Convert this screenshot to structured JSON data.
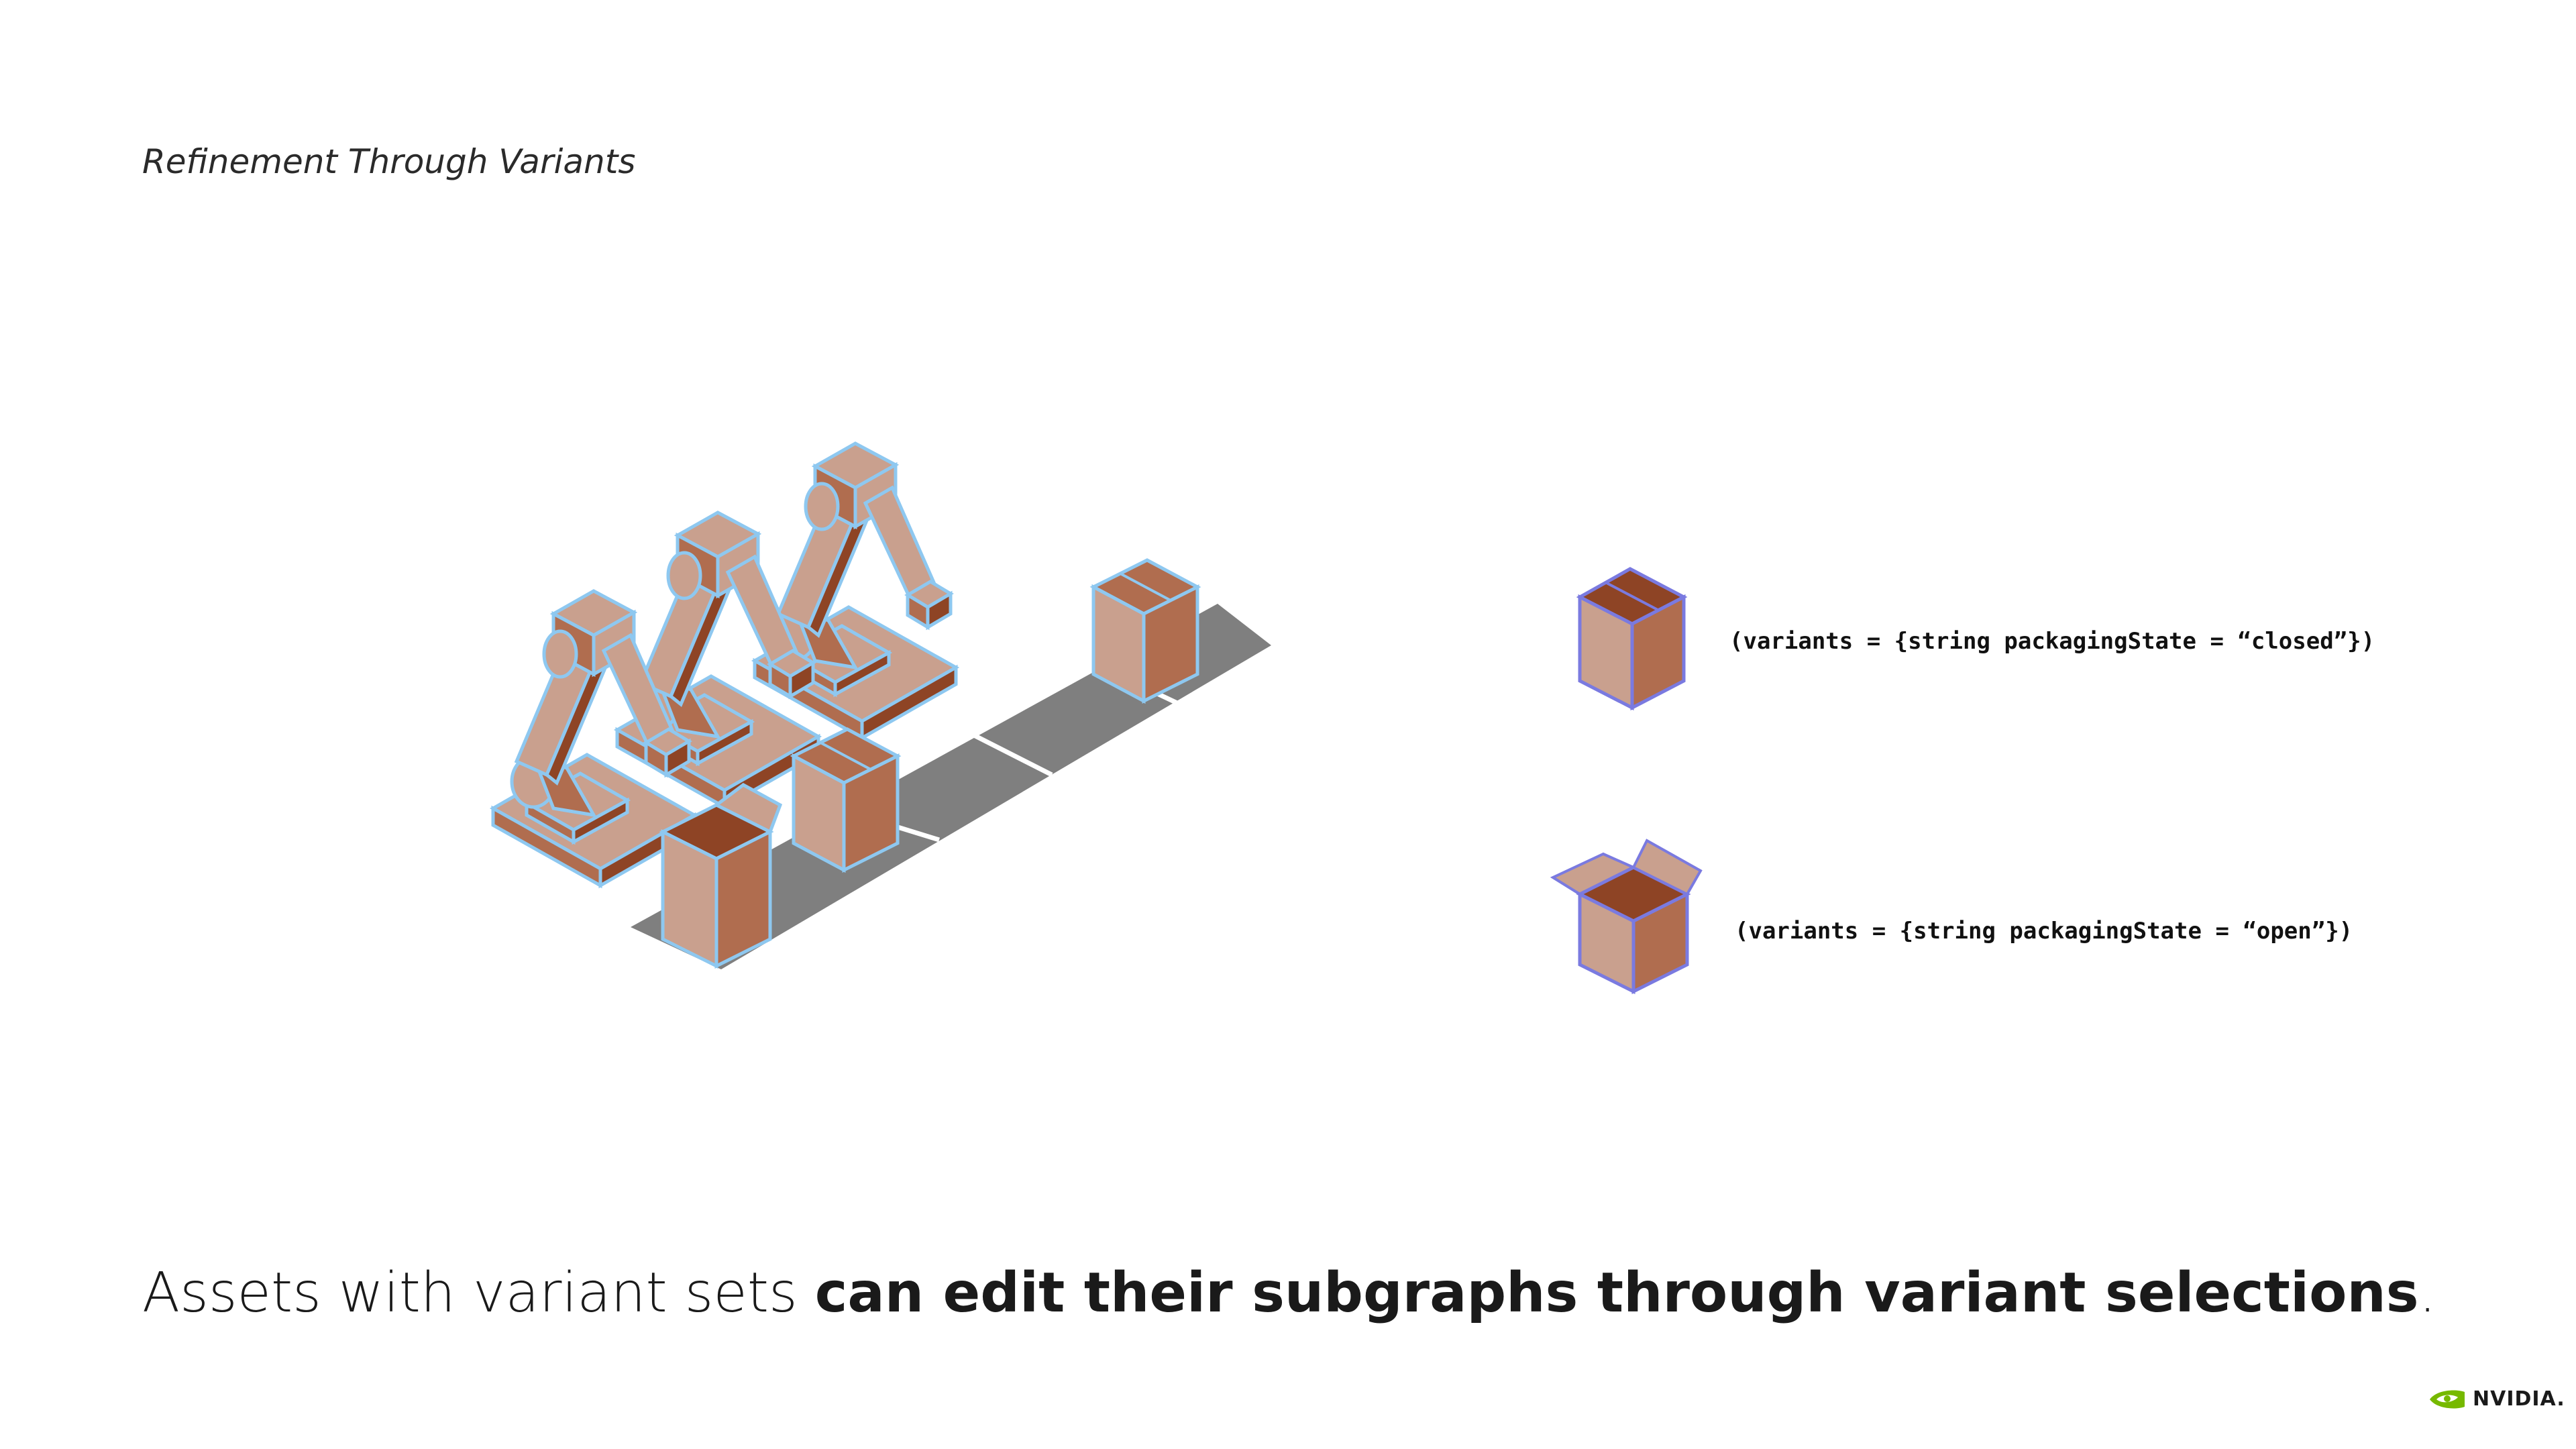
{
  "slide": {
    "subtitle": "Refinement Through Variants",
    "caption_plain": "Assets with variant sets ",
    "caption_bold": "can edit their subgraphs through variant selections",
    "caption_end": "."
  },
  "variants": {
    "closed_label": "(variants = {string packagingState = “closed”})",
    "open_label": "(variants = {string packagingState = “open”})"
  },
  "brand": {
    "logo_text": "NVIDIA.",
    "logo_color": "#76b900"
  },
  "colors": {
    "box_light": "#c9a08e",
    "box_mid": "#b06d4f",
    "box_dark": "#8e4425",
    "belt": "#7f7f7f",
    "outline_scene": "#8ec8f0",
    "outline_variant": "#7a7ae0"
  }
}
